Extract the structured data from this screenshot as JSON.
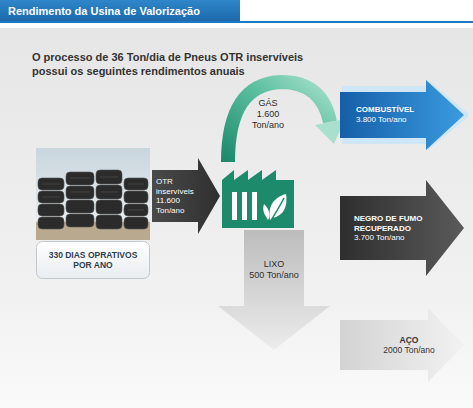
{
  "diagram": {
    "title": "Rendimento da Usina de Valorização",
    "nodes": [
      {
        "text": [
          "330 DIAS OPRATIVOS POR ANO"
        ]
      },
      {
        "text": [
          "OTR inservíveis 11.600 Ton/ano"
        ]
      },
      {
        "text": [
          "GÁS 1.600 Ton/ano"
        ]
      },
      {
        "text": [
          "COMBUSTÍVEL",
          "3.800 Ton/ano"
        ]
      },
      {
        "text": [
          "NEGRO DE FUMO RECUPERADO",
          "3.700 Ton/ano"
        ]
      },
      {
        "text": [
          "LIXO",
          "500 Ton/ano"
        ]
      },
      {
        "text": [
          "AÇO",
          "2000 Ton/ano"
        ]
      }
    ],
    "labels": [
      "O processo de 36 Ton/dia de Pneus OTR inservíveis possui os seguintes rendimentos anuais"
    ]
  }
}
